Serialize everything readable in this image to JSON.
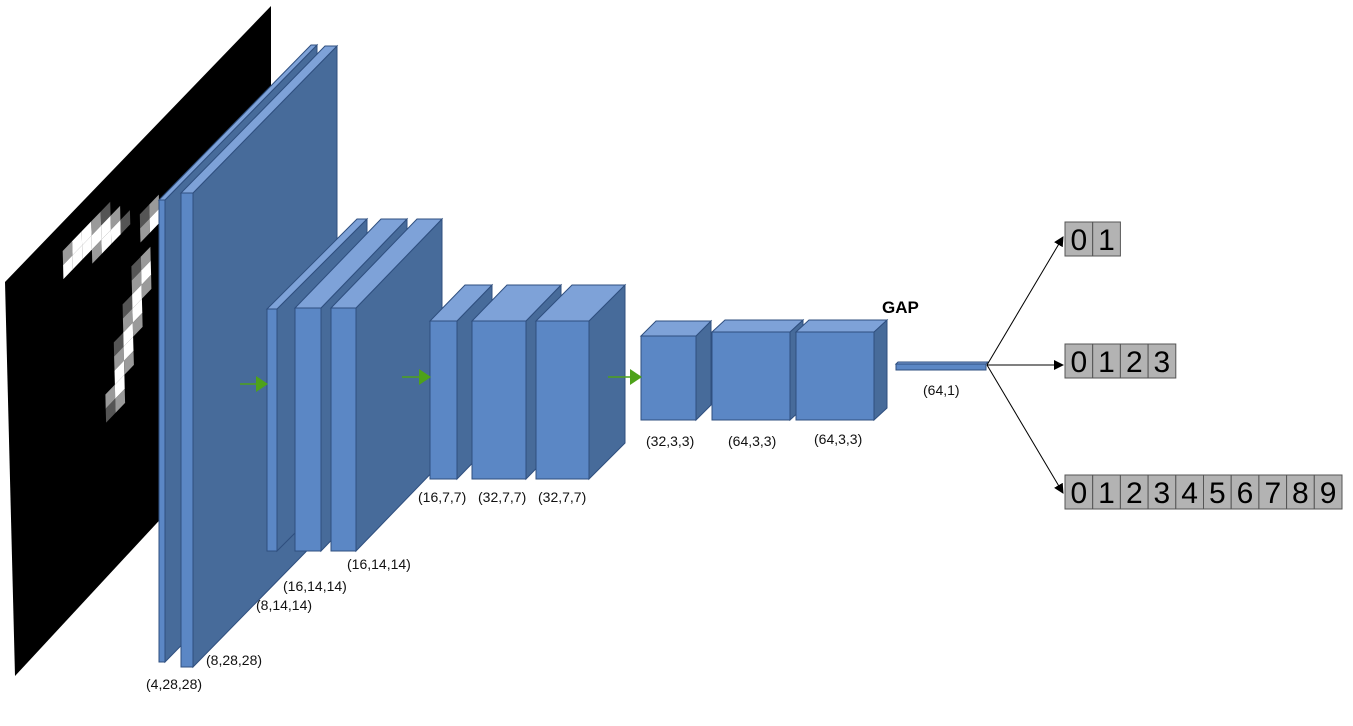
{
  "colors": {
    "front": "#5b87c5",
    "top": "#7ea2d8",
    "side": "#476b9a",
    "edge": "#2f4f7f",
    "arrow_green": "#4ea21a",
    "digit_box": "#b3b3b3",
    "digit_border": "#555555",
    "pixel_bright": "#ffffff",
    "pixel_mid": "#9a9a9a",
    "pixel_dim": "#555555"
  },
  "labels": {
    "in1": "(4,28,28)",
    "in2": "(8,28,28)",
    "c1": "(8,14,14)",
    "c2": "(16,14,14)",
    "c3": "(16,14,14)",
    "d1": "(16,7,7)",
    "d2": "(32,7,7)",
    "d3": "(32,7,7)",
    "e1": "(32,3,3)",
    "e2": "(64,3,3)",
    "e3": "(64,3,3)",
    "gap_vec": "(64,1)",
    "gap_title": "GAP"
  },
  "outputs": {
    "binary": [
      "0",
      "1"
    ],
    "quad": [
      "0",
      "1",
      "2",
      "3"
    ],
    "ten": [
      "0",
      "1",
      "2",
      "3",
      "4",
      "5",
      "6",
      "7",
      "8",
      "9"
    ]
  },
  "icons": {
    "flow_arrow": "green-arrow-icon",
    "head_arrow": "black-arrow-icon"
  }
}
